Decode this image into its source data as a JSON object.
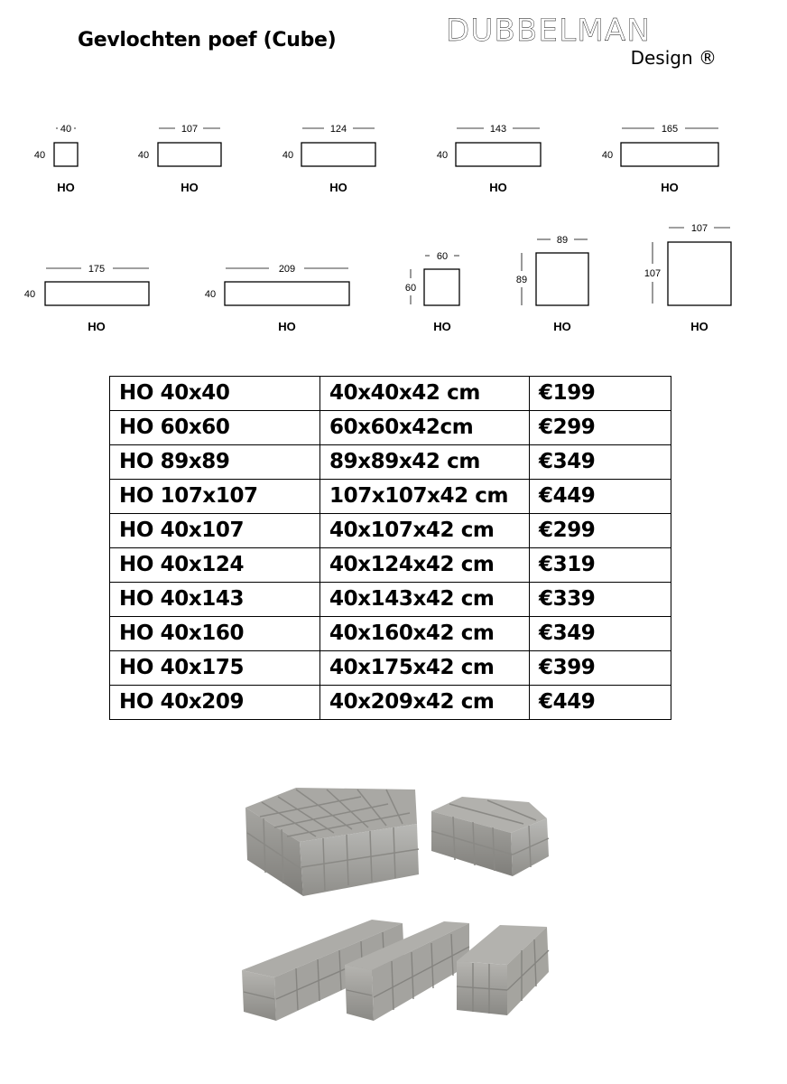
{
  "header": {
    "title": "Gevlochten poef (Cube)",
    "brand_name": "DUBBELMAN",
    "brand_sub": "Design ®"
  },
  "dimensions": [
    {
      "width": "40",
      "depth": "40",
      "code": "HO"
    },
    {
      "width": "107",
      "depth": "40",
      "code": "HO"
    },
    {
      "width": "124",
      "depth": "40",
      "code": "HO"
    },
    {
      "width": "143",
      "depth": "40",
      "code": "HO"
    },
    {
      "width": "165",
      "depth": "40",
      "code": "HO"
    },
    {
      "width": "175",
      "depth": "40",
      "code": "HO"
    },
    {
      "width": "209",
      "depth": "40",
      "code": "HO"
    },
    {
      "width": "60",
      "depth": "60",
      "code": "HO"
    },
    {
      "width": "89",
      "depth": "89",
      "code": "HO"
    },
    {
      "width": "107",
      "depth": "107",
      "code": "HO"
    }
  ],
  "price_table": [
    {
      "model": "HO 40x40",
      "size": "40x40x42 cm",
      "price": "€199"
    },
    {
      "model": "HO 60x60",
      "size": "60x60x42cm",
      "price": "€299"
    },
    {
      "model": "HO 89x89",
      "size": "89x89x42 cm",
      "price": "€349"
    },
    {
      "model": "HO 107x107",
      "size": "107x107x42 cm",
      "price": "€449"
    },
    {
      "model": "HO 40x107",
      "size": "40x107x42 cm",
      "price": "€299"
    },
    {
      "model": "HO 40x124",
      "size": "40x124x42 cm",
      "price": "€319"
    },
    {
      "model": "HO 40x143",
      "size": "40x143x42 cm",
      "price": "€339"
    },
    {
      "model": "HO 40x160",
      "size": "40x160x42 cm",
      "price": "€349"
    },
    {
      "model": "HO 40x175",
      "size": "40x175x42 cm",
      "price": "€399"
    },
    {
      "model": "HO 40x209",
      "size": "40x209x42 cm",
      "price": "€449"
    }
  ],
  "photos": {
    "top": "woven-pouf-large-and-small",
    "bottom": "woven-pouf-benches"
  }
}
